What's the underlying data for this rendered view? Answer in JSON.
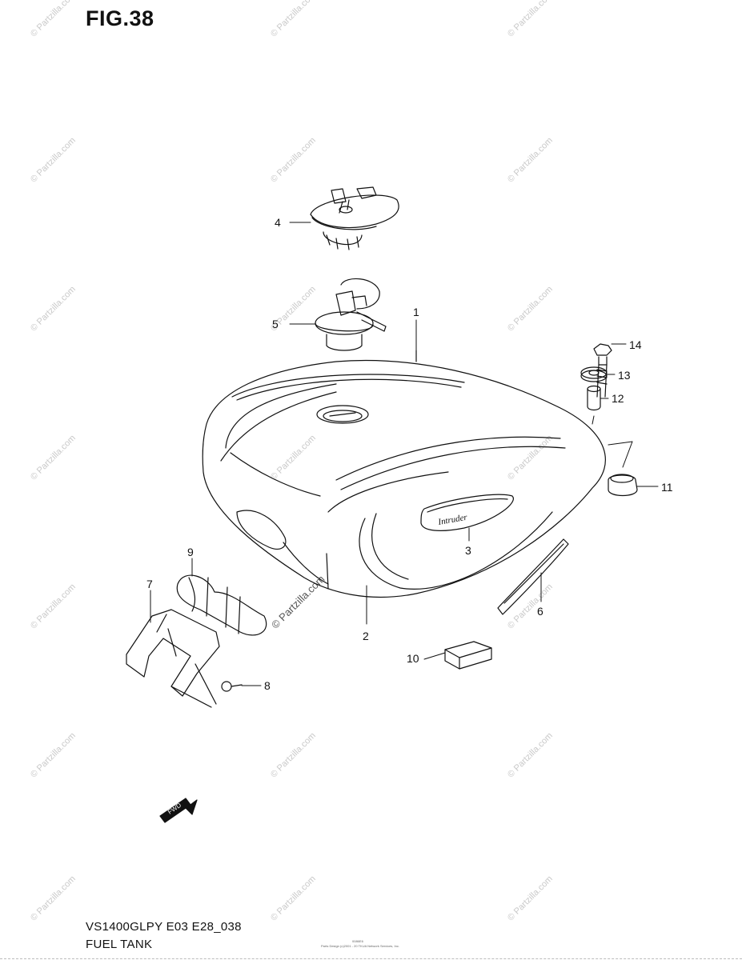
{
  "figure": {
    "title": "FIG.38",
    "model_code": "VS1400GLPY E03 E28_038",
    "caption": "FUEL TANK",
    "ref_code": "0086E6",
    "copyright_line1": "Parts Design (c)2001 - 20 TKUA Network Services, Inc.",
    "copyright_line2": ""
  },
  "callouts": [
    {
      "id": "1",
      "label": "1"
    },
    {
      "id": "2",
      "label": "2"
    },
    {
      "id": "3",
      "label": "3"
    },
    {
      "id": "4",
      "label": "4"
    },
    {
      "id": "5",
      "label": "5"
    },
    {
      "id": "6",
      "label": "6"
    },
    {
      "id": "7",
      "label": "7"
    },
    {
      "id": "8",
      "label": "8"
    },
    {
      "id": "9",
      "label": "9"
    },
    {
      "id": "10",
      "label": "10"
    },
    {
      "id": "11",
      "label": "11"
    },
    {
      "id": "12",
      "label": "12"
    },
    {
      "id": "13",
      "label": "13"
    },
    {
      "id": "14",
      "label": "14"
    }
  ],
  "fwd_arrow": "FWD",
  "tank_emblem": "Intruder",
  "watermark": "© Partzilla.com"
}
